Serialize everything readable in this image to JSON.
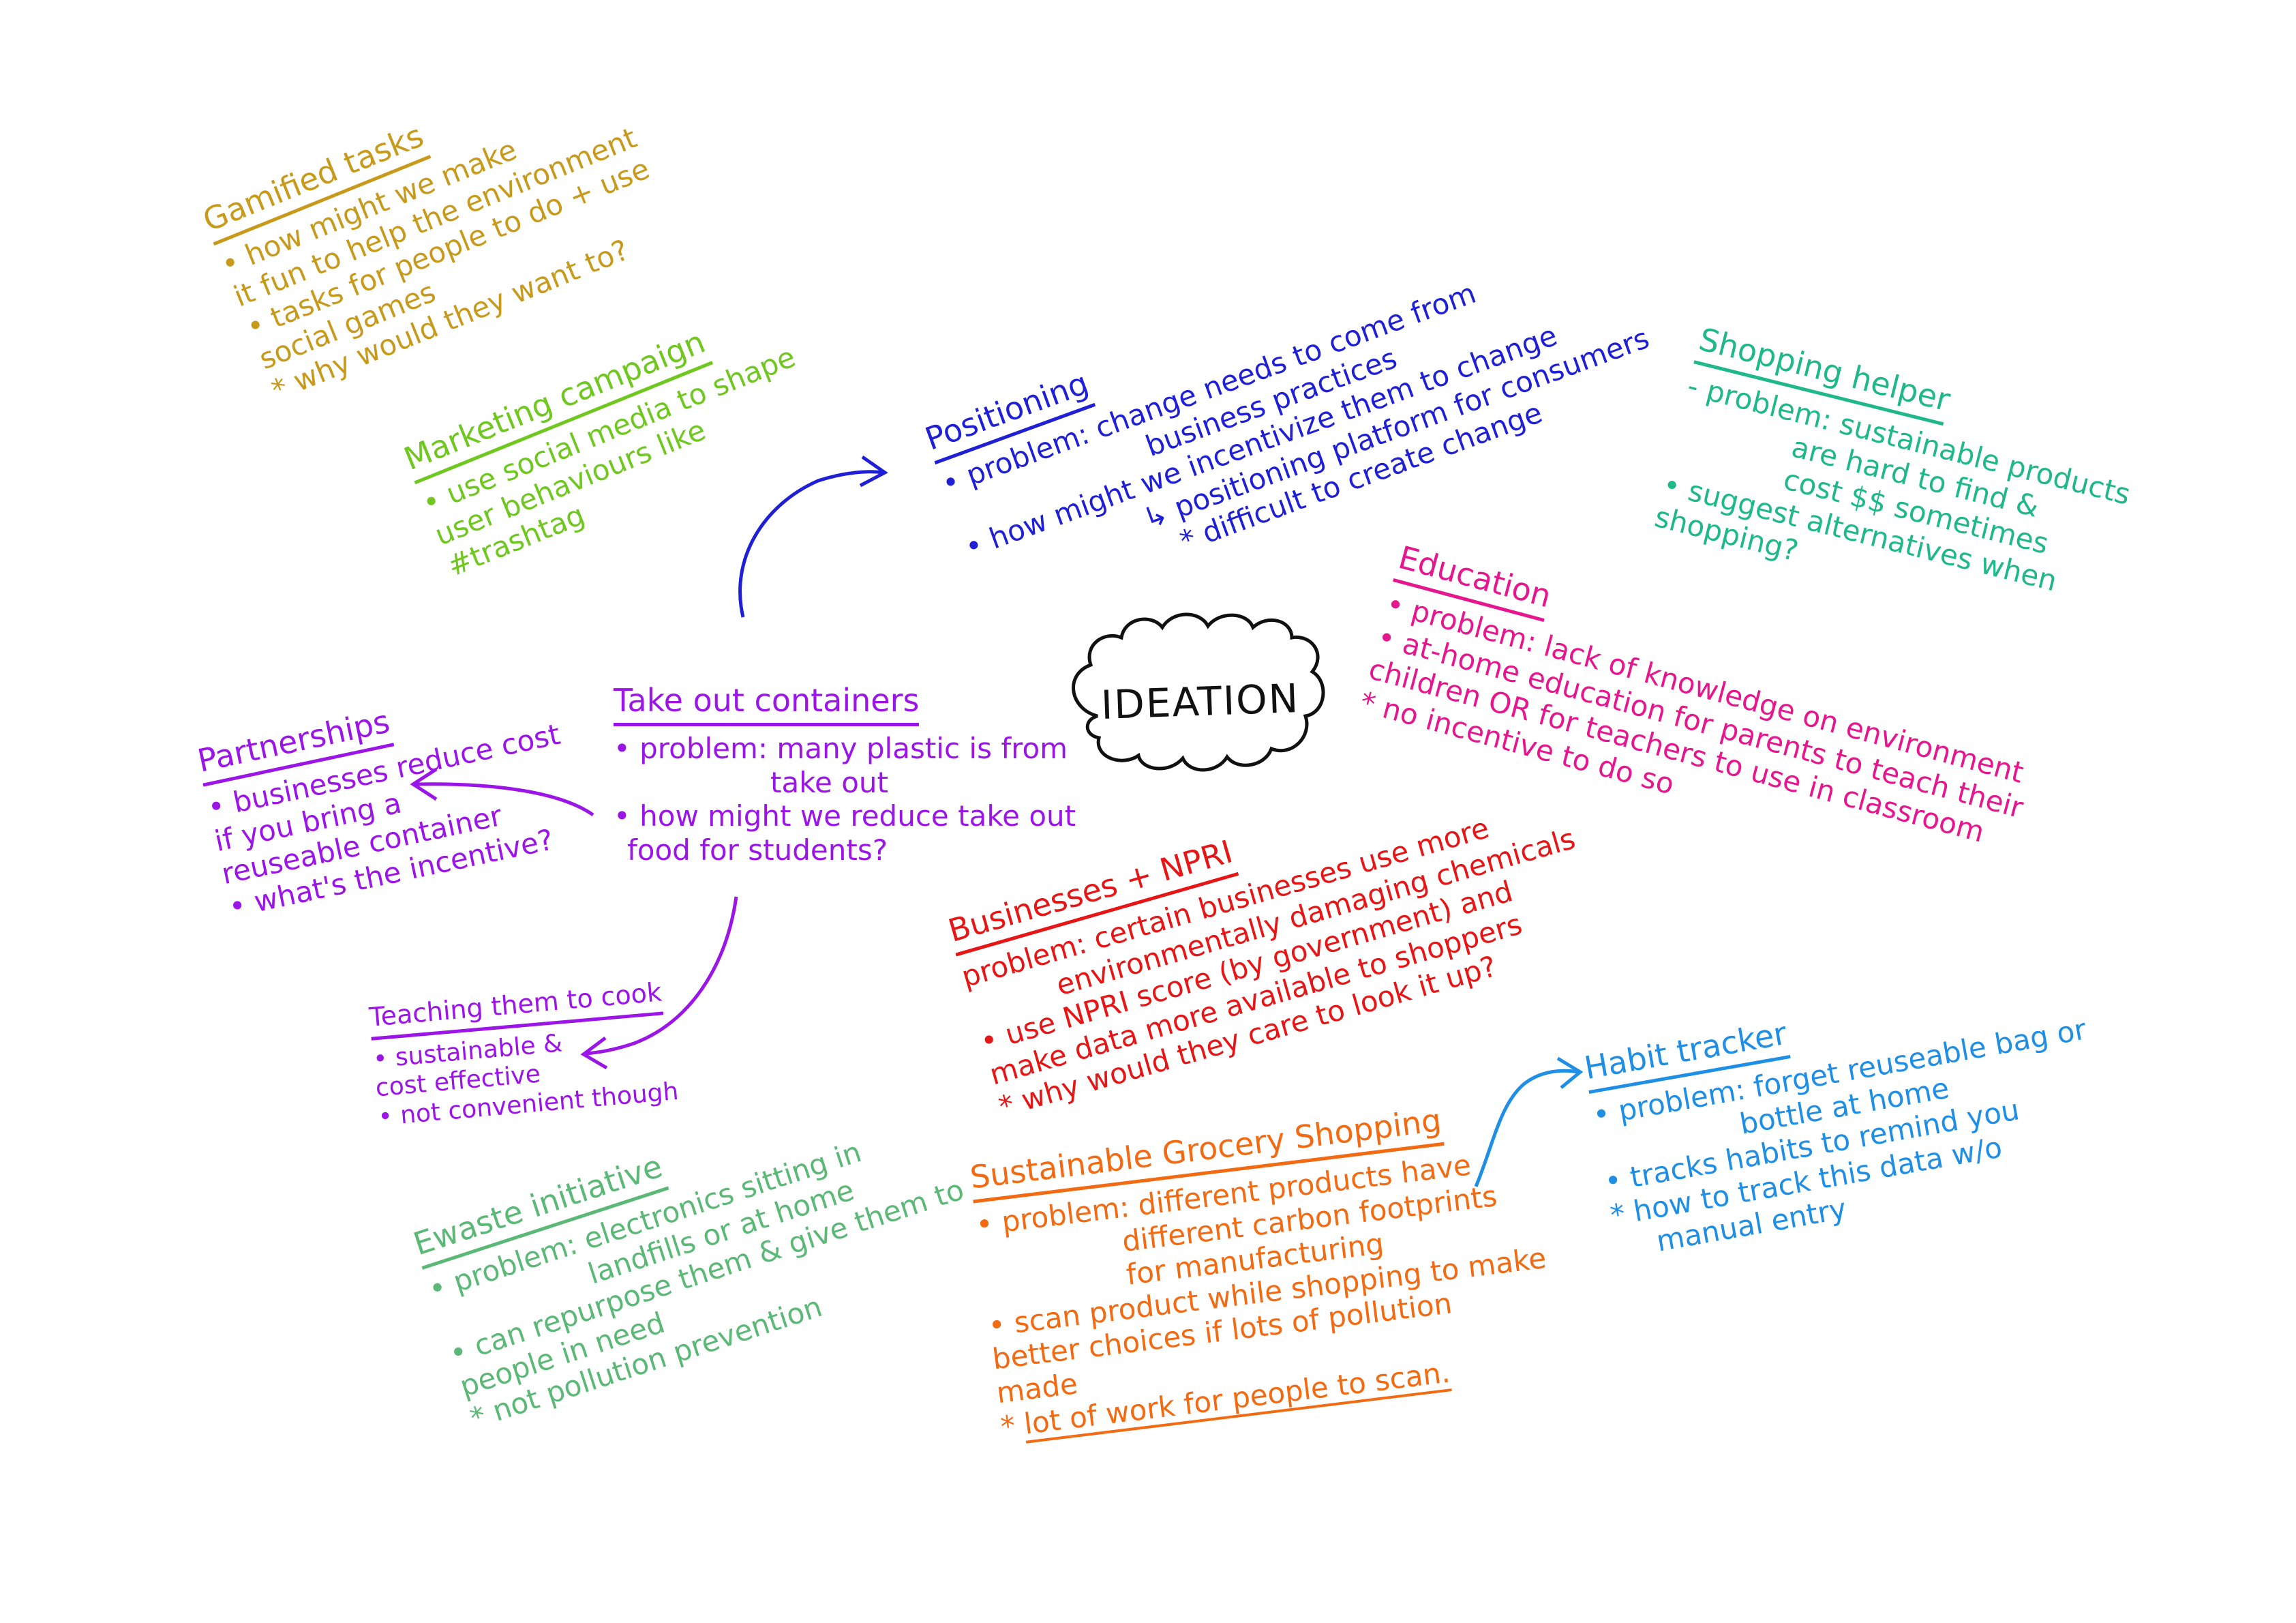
{
  "center": {
    "label": "IDEATION"
  },
  "colors": {
    "gamified": "#c89a1c",
    "marketing": "#6fc71f",
    "positioning": "#1f1fd6",
    "shopping_helper": "#1fb88a",
    "education": "#e6168f",
    "takeout": "#9b16e6",
    "partnerships": "#9b16e6",
    "teaching": "#9b16e6",
    "npri": "#e61616",
    "grocery": "#f26a12",
    "ewaste": "#5cb877",
    "habit": "#1f8fe6",
    "center": "#111111"
  },
  "nodes": {
    "gamified": {
      "title": "Gamified tasks",
      "lines": [
        "• how might we make",
        "it fun to help the environment",
        "• tasks for people to do + use",
        "social games",
        "* why would they want to?"
      ]
    },
    "marketing": {
      "title": "Marketing campaign",
      "lines": [
        "• use social media to shape",
        "user behaviours like",
        "#trashtag"
      ]
    },
    "positioning": {
      "title": "Positioning",
      "lines": [
        "• problem: change needs to come from",
        "business practices",
        "• how might we incentivize them to change",
        "↳ positioning platform for consumers",
        "* difficult to create change"
      ]
    },
    "shopping_helper": {
      "title": "Shopping helper",
      "lines": [
        "- problem: sustainable products",
        "are hard to find &",
        "cost $$ sometimes",
        "• suggest alternatives when",
        "shopping?"
      ]
    },
    "education": {
      "title": "Education",
      "lines": [
        "• problem: lack of knowledge on environment",
        "• at-home education for parents to teach their",
        "children OR for teachers to use in classroom",
        "* no incentive to do so"
      ]
    },
    "takeout": {
      "title": "Take out containers",
      "lines": [
        "• problem: many plastic is from",
        "take out",
        "• how might we reduce take out",
        "food for students?"
      ]
    },
    "partnerships": {
      "title": "Partnerships",
      "lines": [
        "• businesses reduce cost",
        "if you bring a",
        "reuseable container",
        "• what's the incentive?"
      ]
    },
    "teaching": {
      "title": "Teaching them to cook",
      "lines": [
        "• sustainable &",
        "cost effective",
        "• not convenient though"
      ]
    },
    "npri": {
      "title": "Businesses + NPRI",
      "lines": [
        "problem: certain businesses use more",
        "environmentally damaging chemicals",
        "• use NPRI score (by government) and",
        "make data more available to shoppers",
        "* why would they care to look it up?"
      ]
    },
    "grocery": {
      "title": "Sustainable Grocery Shopping",
      "lines": [
        "• problem: different products have",
        "different carbon footprints",
        "for manufacturing",
        "• scan product while shopping to make",
        "better choices if lots of pollution",
        "made",
        "lot of work for people to scan."
      ],
      "star": "*"
    },
    "ewaste": {
      "title": "Ewaste initiative",
      "lines": [
        "• problem: electronics sitting in",
        "landfills or at home",
        "• can repurpose them & give them to",
        "people in need",
        "* not pollution prevention"
      ]
    },
    "habit": {
      "title": "Habit tracker",
      "lines": [
        "• problem: forget reuseable bag or",
        "bottle at home",
        "• tracks habits to remind you",
        "* how to track this data w/o",
        "manual entry"
      ]
    }
  }
}
